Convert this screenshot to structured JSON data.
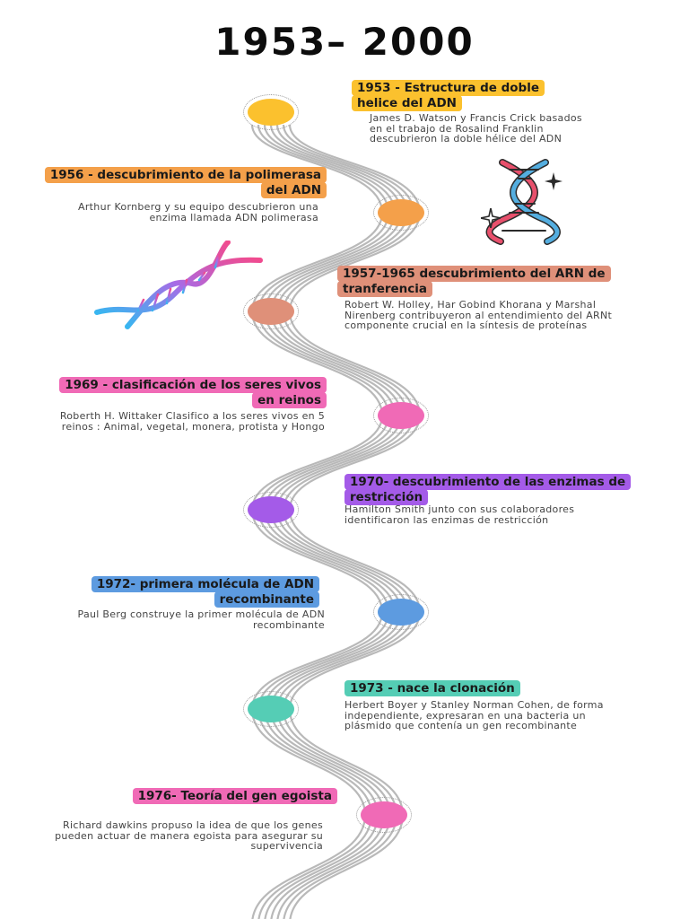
{
  "title": "1953– 2000",
  "events": [
    {
      "label": "1953 - Estructura de doble helice del ADN",
      "color": "#fbc12e",
      "text": "James D. Watson y Francis Crick basados en el trabajo de Rosalind Franklin descubrieron la doble hélice del ADN"
    },
    {
      "label": "1956 - descubrimiento de la polimerasa del ADN",
      "color": "#f4a04a",
      "text": "Arthur Kornberg y su equipo descubrieron una enzima llamada ADN polimerasa"
    },
    {
      "label": "1957-1965 descubrimiento del ARN de tranferencia",
      "color": "#df9079",
      "text": "Robert W. Holley, Har Gobind Khorana y Marshal Nirenberg contribuyeron al entendimiento del ARNt componente crucial en la síntesis de proteínas"
    },
    {
      "label": "1969 - clasificación de los seres vivos en reinos",
      "color": "#f06ab6",
      "text": "Roberth H. Wittaker Clasifico a los seres vivos en 5 reinos : Animal, vegetal, monera, protista y Hongo"
    },
    {
      "label": "1970- descubrimiento de las enzimas de restricción",
      "color": "#a45be8",
      "text": "Hamilton Smith junto con sus colaboradores identificaron las enzimas de restricción"
    },
    {
      "label": "1972- primera molécula de ADN recombinante",
      "color": "#5d9be0",
      "text": "Paul Berg construye la primer molécula de ADN recombinante"
    },
    {
      "label": "1973 - nace la clonación",
      "color": "#55cdb5",
      "text": "Herbert Boyer y Stanley Norman Cohen, de forma independiente, expresaran en una bacteria un plásmido que contenía un gen recombinante"
    },
    {
      "label": "1976- Teoría del gen egoista",
      "color": "#f06ab6",
      "text": "Richard dawkins propuso la idea de que los genes pueden actuar de manera egoista para asegurar su supervivencia"
    }
  ],
  "colors": {
    "road": "#b9b9b9",
    "title": "#0d0d0d",
    "dna_red": "#e8506c",
    "dna_blue": "#54aee0"
  },
  "icons": [
    "dna-cartoon-icon",
    "dna-gradient-icon",
    "sparkle-icon"
  ]
}
